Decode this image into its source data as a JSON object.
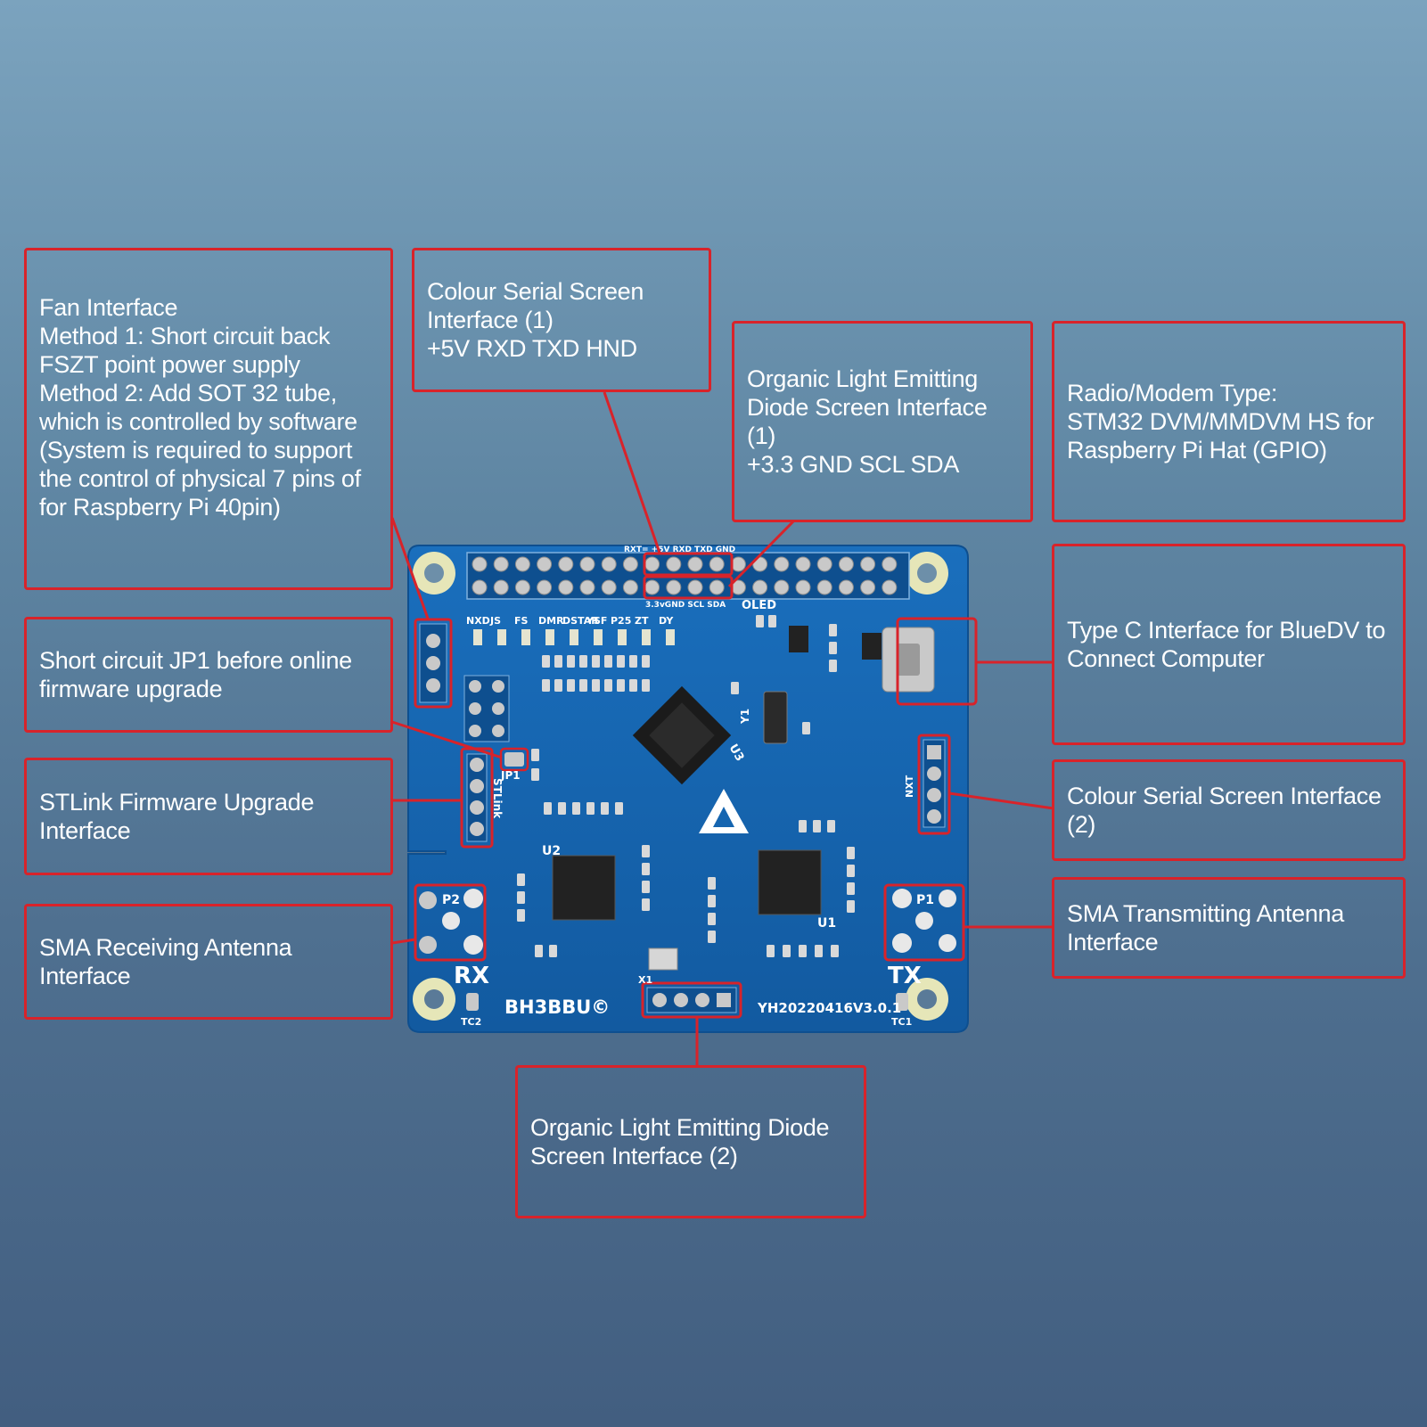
{
  "callouts": {
    "fan": "Fan Interface\nMethod 1: Short circuit back FSZT point power supply\nMethod 2: Add SOT 32 tube, which is controlled by software\n(System is required to support the control of physical 7 pins of for Raspberry Pi 40pin)",
    "serial1": "Colour Serial Screen Interface (1)\n+5V RXD TXD HND",
    "oled1": "Organic Light Emitting Diode Screen Interface (1)\n+3.3 GND SCL SDA",
    "radio": "Radio/Modem Type:\nSTM32 DVM/MMDVM HS for Raspberry Pi Hat (GPIO)",
    "jp1": "Short circuit JP1 before online firmware upgrade",
    "typec": "Type C Interface for BlueDV to Connect Computer",
    "stlink": "STLink Firmware Upgrade Interface",
    "serial2": "Colour Serial Screen Interface (2)",
    "sma_rx": "SMA Receiving Antenna Interface",
    "sma_tx": "SMA Transmitting Antenna Interface",
    "oled2": "Organic Light Emitting Diode Screen Interface (2)"
  },
  "board": {
    "brand": "BH3BBU©",
    "version": "YH20220416V3.0.1",
    "rx_label": "RX",
    "tx_label": "TX",
    "oled_label": "OLED",
    "top_header_label": "3.3vGND SCL SDA",
    "top_header_label2": "RXT= +5V RXD TXD GND",
    "jp1_label": "JP1",
    "stlink_label": "STLink",
    "p1_label": "P1",
    "p2_label": "P2",
    "tc1_label": "TC1",
    "tc2_label": "TC2",
    "u1_label": "U1",
    "u2_label": "U2",
    "u3_label": "U3",
    "y1_label": "Y1",
    "x1_label": "X1",
    "nxt_label": "NXT",
    "led_labels": [
      "NXD",
      "JS",
      "FS",
      "DMR",
      "DSTAR",
      "YSF",
      "P25",
      "ZT",
      "DY"
    ]
  },
  "colors": {
    "callout_border": "#d8232a",
    "pcb": "#1565b0",
    "text": "#ffffff"
  }
}
